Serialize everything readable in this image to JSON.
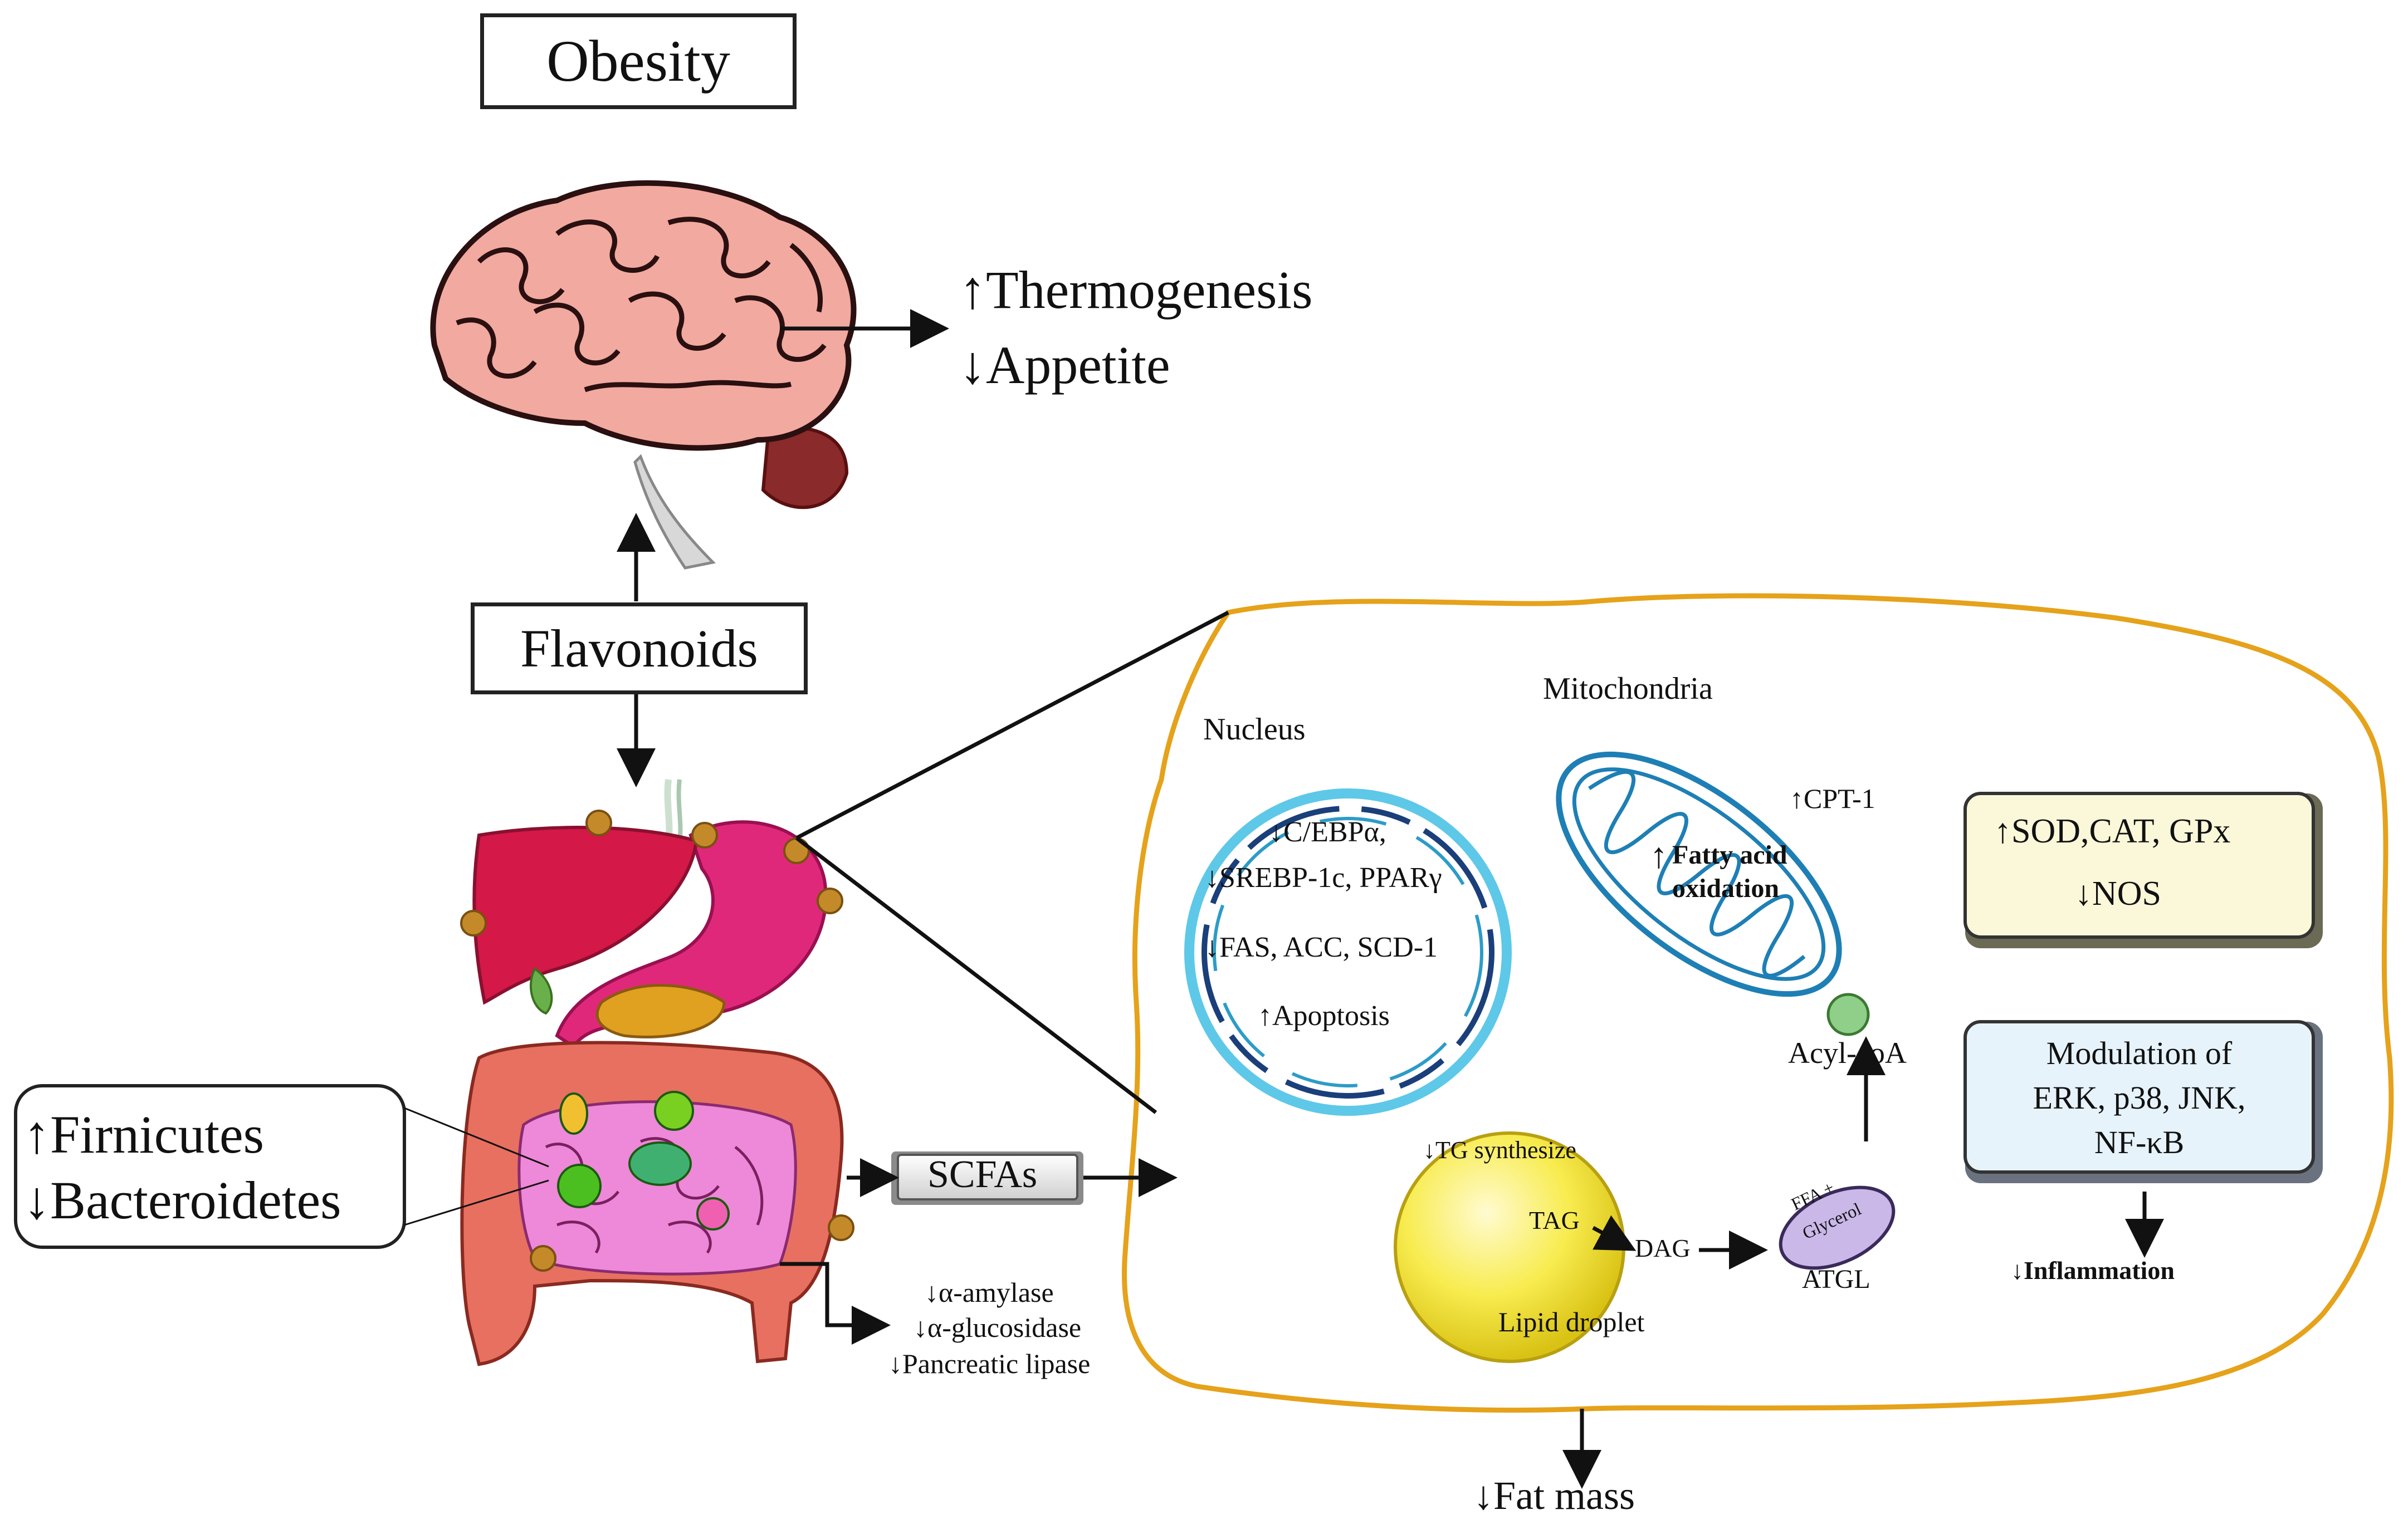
{
  "title": "Obesity",
  "center": "Flavonoids",
  "brain": {
    "effects": [
      {
        "arrow": "up",
        "text": "Thermogenesis"
      },
      {
        "arrow": "down",
        "text": "Appetite"
      }
    ]
  },
  "gut": {
    "microbiota": [
      {
        "arrow": "up",
        "text": "Firnicutes"
      },
      {
        "arrow": "down",
        "text": "Bacteroidetes"
      }
    ],
    "scfa": "SCFAs",
    "enzymes": [
      {
        "arrow": "down",
        "text": "α-amylase"
      },
      {
        "arrow": "down",
        "text": "α-glucosidase"
      },
      {
        "arrow": "down",
        "text": "Pancreatic lipase"
      }
    ]
  },
  "cell": {
    "nucleus": {
      "title": "Nucleus",
      "lines": [
        {
          "arrow": "down",
          "text": "C/EBPα,"
        },
        {
          "arrow": "down",
          "text": "SREBP-1c, PPARγ"
        },
        {
          "arrow": "down",
          "text": "FAS, ACC, SCD-1"
        },
        {
          "arrow": "up",
          "text": "Apoptosis"
        }
      ]
    },
    "mitochondria": {
      "title": "Mitochondria",
      "cpt": {
        "arrow": "up",
        "text": "CPT-1"
      },
      "fao": {
        "arrow": "up",
        "line1": "Fatty acid",
        "line2": "oxidation"
      },
      "acyl": "Acyl-coA"
    },
    "lipid": {
      "tg": {
        "arrow": "down",
        "text": "TG synthesize"
      },
      "tag": "TAG",
      "dag": "DAG",
      "label": "Lipid droplet",
      "ffa1": "FFA +",
      "ffa2": "Glycerol",
      "atgl": "ATGL"
    },
    "antioxidant": [
      {
        "arrow": "up",
        "text": "SOD,CAT, GPx"
      },
      {
        "arrow": "down",
        "text": "NOS"
      }
    ],
    "modulation": [
      "Modulation of",
      "ERK, p38, JNK,",
      "NF-κB"
    ],
    "inflammation": {
      "arrow": "down",
      "text": "Inflammation"
    }
  },
  "outcome": {
    "arrow": "down",
    "text": "Fat mass"
  },
  "colors": {
    "cell_border": "#E5A21A",
    "brain": "#F2A9A0",
    "liver": "#D41848",
    "stomach": "#E0287A",
    "intestine": "#E87060",
    "mito": "#1E7FB5",
    "lipid": "#F5E430",
    "antiox_box": "#FBF7D9",
    "mod_box": "#E6F3FB"
  }
}
